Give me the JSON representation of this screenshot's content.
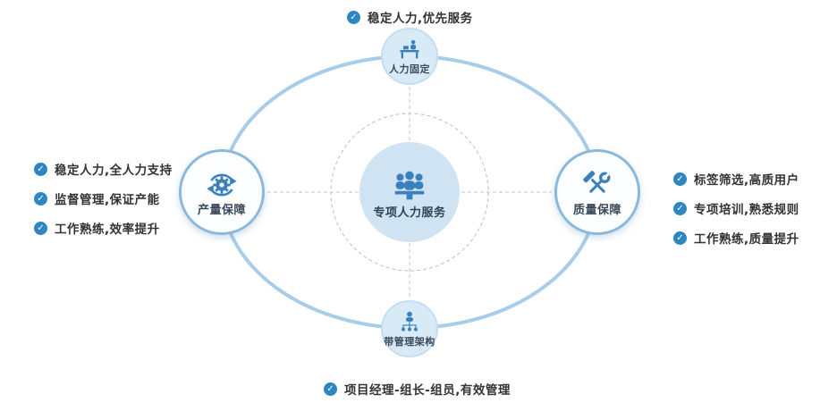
{
  "center": {
    "label": "专项人力服务"
  },
  "nodes": {
    "top": {
      "label": "人力固定"
    },
    "left": {
      "label": "产量保障"
    },
    "right": {
      "label": "质量保障"
    },
    "bottom": {
      "label": "带管理架构"
    }
  },
  "bullets": {
    "top": [
      "稳定人力,优先服务"
    ],
    "left": [
      "稳定人力,全人力支持",
      "监督管理,保证产能",
      "工作熟练,效率提升"
    ],
    "right": [
      "标签筛选,高质用户",
      "专项培训,熟悉规则",
      "工作熟练,质量提升"
    ],
    "bottom": [
      "项目经理-组长-组员,有效管理"
    ]
  },
  "icons": {
    "center": "team-icon",
    "top": "person-desk-icon",
    "left": "gear-sync-icon",
    "right": "tools-icon",
    "bottom": "org-chart-icon",
    "bullet": "check-icon"
  },
  "check_glyph": "✓",
  "colors": {
    "accent_blue": "#3a80bd",
    "ellipse_stroke": "#a8cde8",
    "dashed_line": "#c4c4c4",
    "node_fill_light": "#d9eaf7",
    "center_fill": "#cfe3f3",
    "check_badge": "#2e86c1",
    "text_dark": "#333333"
  }
}
